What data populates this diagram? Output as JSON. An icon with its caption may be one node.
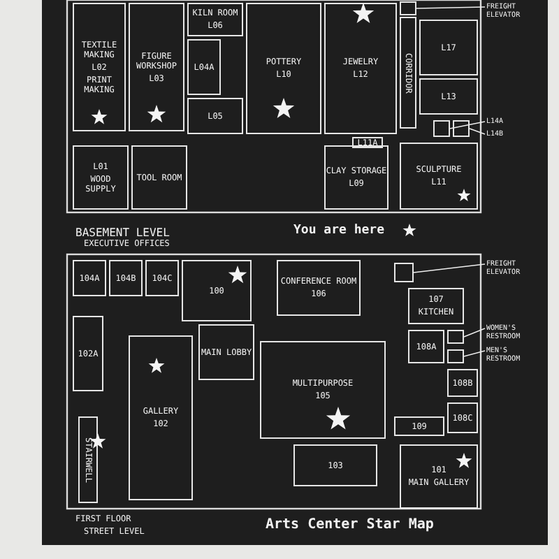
{
  "diagram": {
    "title": "Arts Center Star Map",
    "nodes": [
      {
        "text": [
          "TEXTILE MAKING",
          "L02",
          "PRINT MAKING"
        ]
      },
      {
        "text": [
          "FIGURE WORKSHOP",
          "L03"
        ]
      },
      {
        "text": [
          "KILN ROOM",
          "L06"
        ]
      },
      {
        "text": [
          "L04A"
        ]
      },
      {
        "text": [
          "L05"
        ]
      },
      {
        "text": [
          "POTTERY",
          "L10"
        ]
      },
      {
        "text": [
          "JEWELRY",
          "L12"
        ]
      },
      {
        "text": [
          "CORRIDOR"
        ]
      },
      {
        "text": [
          "FREIGHT ELEVATOR"
        ]
      },
      {
        "text": [],
        "shape": "box"
      },
      {
        "text": [
          "L17"
        ]
      },
      {
        "text": [
          "L13"
        ]
      },
      {
        "text": [
          "L14A"
        ]
      },
      {
        "text": [
          "L14B"
        ]
      },
      {
        "text": [],
        "shape": "box"
      },
      {
        "text": [],
        "shape": "box"
      },
      {
        "text": [
          "L01",
          "WOOD SUPPLY"
        ]
      },
      {
        "text": [
          "TOOL ROOM"
        ]
      },
      {
        "text": [
          "CLAY STORAGE",
          "L09"
        ]
      },
      {
        "text": [
          "L11A"
        ]
      },
      {
        "text": [
          "SCULPTURE",
          "L11"
        ]
      },
      {
        "text": [
          "104A"
        ]
      },
      {
        "text": [
          "104B"
        ]
      },
      {
        "text": [
          "104C"
        ]
      },
      {
        "text": [
          "100"
        ]
      },
      {
        "text": [
          "MAIN LOBBY"
        ]
      },
      {
        "text": [
          "102A"
        ]
      },
      {
        "text": [
          "GALLERY",
          "102"
        ]
      },
      {
        "text": [
          "STAIRWELL"
        ]
      },
      {
        "text": [
          "CONFERENCE ROOM",
          "106"
        ]
      },
      {
        "text": [
          "FREIGHT ELEVATOR"
        ]
      },
      {
        "text": [],
        "shape": "box"
      },
      {
        "text": [
          "107",
          "KITCHEN"
        ]
      },
      {
        "text": [
          "108A"
        ]
      },
      {
        "text": [
          "WOMEN'S RESTROOM"
        ]
      },
      {
        "text": [
          "MEN'S RESTROOM"
        ]
      },
      {
        "text": [],
        "shape": "box"
      },
      {
        "text": [],
        "shape": "box"
      },
      {
        "text": [
          "108B"
        ]
      },
      {
        "text": [
          "108C"
        ]
      },
      {
        "text": [
          "109"
        ]
      },
      {
        "text": [
          "MULTIPURPOSE",
          "105"
        ]
      },
      {
        "text": [
          "103"
        ]
      },
      {
        "text": [
          "101",
          "MAIN GALLERY"
        ]
      }
    ],
    "edges": [
      {
        "from": 8,
        "to": 9,
        "arrow": "none"
      },
      {
        "from": 12,
        "to": 14,
        "arrow": "none"
      },
      {
        "from": 13,
        "to": 15,
        "arrow": "none"
      },
      {
        "from": 30,
        "to": 31,
        "arrow": "none"
      },
      {
        "from": 34,
        "to": 36,
        "arrow": "none"
      },
      {
        "from": 35,
        "to": 37,
        "arrow": "none"
      }
    ],
    "labels": [
      "BASEMENT LEVEL",
      "EXECUTIVE OFFICES",
      "FIRST FLOOR",
      "STREET LEVEL"
    ],
    "legend": [
      {
        "text": "You are here"
      }
    ]
  }
}
